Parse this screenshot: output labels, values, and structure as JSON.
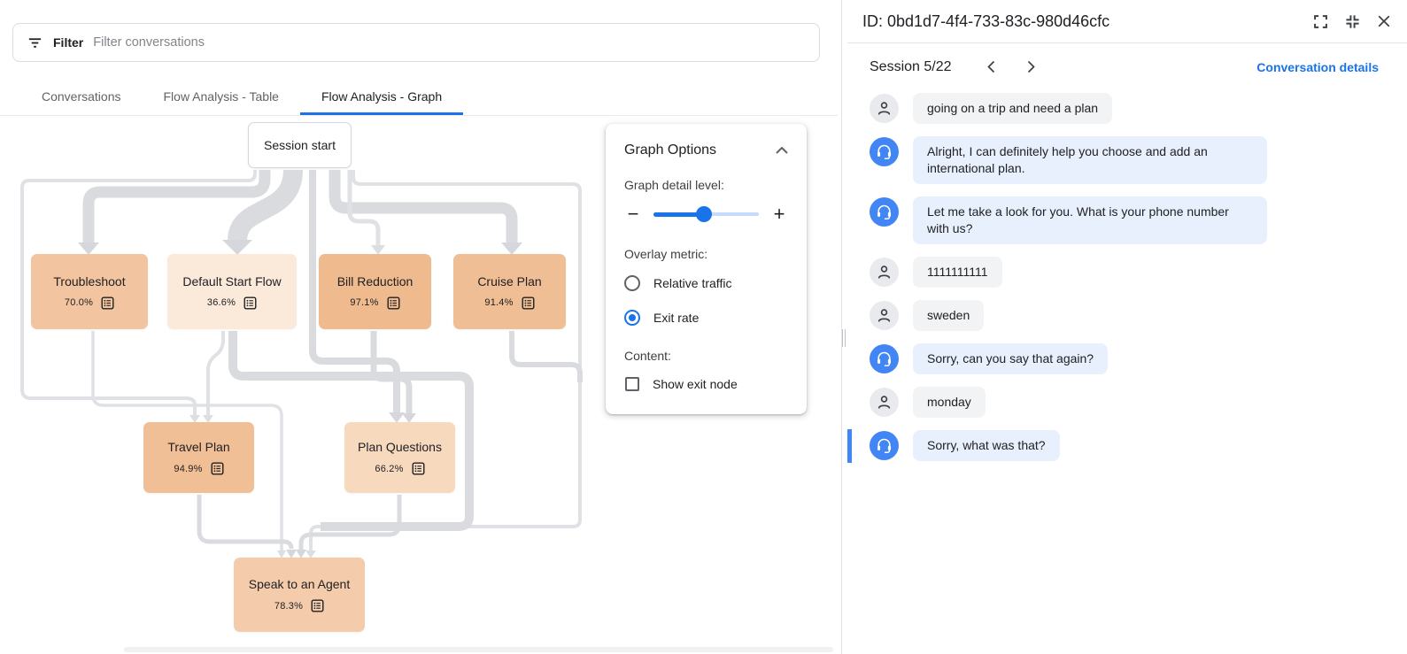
{
  "filter_bar": {
    "label": "Filter",
    "placeholder": "Filter conversations"
  },
  "tabs": [
    {
      "label": "Conversations",
      "active": false
    },
    {
      "label": "Flow Analysis - Table",
      "active": false
    },
    {
      "label": "Flow Analysis - Graph",
      "active": true
    }
  ],
  "graph": {
    "start_node": {
      "label": "Session start"
    },
    "nodes": [
      {
        "id": "troubleshoot",
        "label": "Troubleshoot",
        "exit_rate": "70.0%",
        "color": "#F2C5A0"
      },
      {
        "id": "default-start-flow",
        "label": "Default Start Flow",
        "exit_rate": "36.6%",
        "color": "#FBE9DA"
      },
      {
        "id": "bill-reduction",
        "label": "Bill Reduction",
        "exit_rate": "97.1%",
        "color": "#EFBA8E"
      },
      {
        "id": "cruise-plan",
        "label": "Cruise Plan",
        "exit_rate": "91.4%",
        "color": "#F0BE94"
      },
      {
        "id": "travel-plan",
        "label": "Travel Plan",
        "exit_rate": "94.9%",
        "color": "#F1BF95"
      },
      {
        "id": "plan-questions",
        "label": "Plan Questions",
        "exit_rate": "66.2%",
        "color": "#F7D9BE"
      },
      {
        "id": "speak-to-an-agent",
        "label": "Speak to an Agent",
        "exit_rate": "78.3%",
        "color": "#F4CCAB"
      }
    ]
  },
  "graph_options": {
    "title": "Graph Options",
    "detail_label": "Graph detail level:",
    "slider_value_pct": 48,
    "overlay_label": "Overlay metric:",
    "overlay_options": [
      {
        "label": "Relative traffic",
        "selected": false
      },
      {
        "label": "Exit rate",
        "selected": true
      }
    ],
    "content_label": "Content:",
    "content_options": [
      {
        "label": "Show exit node",
        "checked": false
      }
    ],
    "accent_color": "#1A73E8"
  },
  "detail_panel": {
    "id_title": "ID: 0bd1d7-4f4-733-83c-980d46cfc",
    "session_label": "Session 5/22",
    "details_link": "Conversation details",
    "messages": [
      {
        "role": "user",
        "text": "going on a trip and need a plan",
        "selected": false
      },
      {
        "role": "bot",
        "text": "Alright, I can definitely help you choose and add an international plan.",
        "selected": false
      },
      {
        "role": "bot",
        "text": "Let me take a look for you. What is your phone number with us?",
        "selected": false
      },
      {
        "role": "user",
        "text": "1111111111",
        "selected": false
      },
      {
        "role": "user",
        "text": "sweden",
        "selected": false
      },
      {
        "role": "bot",
        "text": "Sorry, can you say that again?",
        "selected": false
      },
      {
        "role": "user",
        "text": "monday",
        "selected": false
      },
      {
        "role": "bot",
        "text": "Sorry, what was that?",
        "selected": true
      }
    ]
  }
}
